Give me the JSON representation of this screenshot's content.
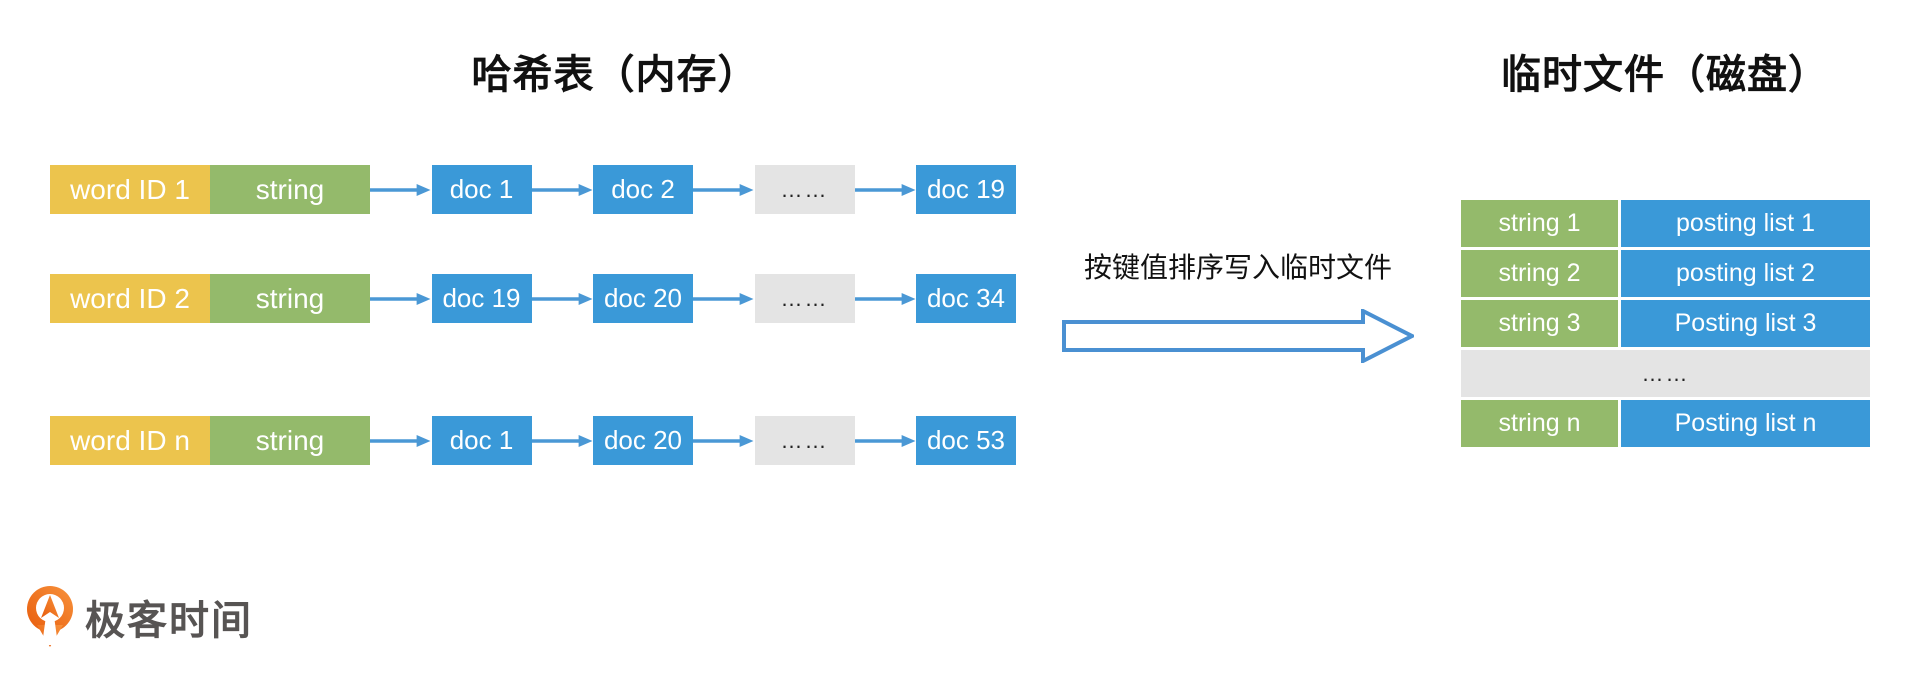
{
  "left": {
    "title": "哈希表（内存）",
    "rows": [
      {
        "key": "word ID 1",
        "value": "string",
        "nodes": [
          "doc 1",
          "doc 2",
          "……",
          "doc 19"
        ]
      },
      {
        "key": "word ID 2",
        "value": "string",
        "nodes": [
          "doc 19",
          "doc 20",
          "……",
          "doc 34"
        ]
      },
      {
        "key": "word ID n",
        "value": "string",
        "nodes": [
          "doc 1",
          "doc 20",
          "……",
          "doc 53"
        ]
      }
    ]
  },
  "middle": {
    "label": "按键值排序写入临时文件"
  },
  "right": {
    "title": "临时文件（磁盘）",
    "rows": [
      {
        "string": "string 1",
        "posting": "posting list 1"
      },
      {
        "string": "string 2",
        "posting": "posting list 2"
      },
      {
        "string": "string 3",
        "posting": "Posting list 3"
      }
    ],
    "ellipsis": "……",
    "last_row": {
      "string": "string n",
      "posting": "Posting list n"
    }
  },
  "logo": {
    "text": "极客时间"
  },
  "colors": {
    "key_yellow": "#ecc44d",
    "string_green": "#94ba6b",
    "doc_blue": "#3a99d8",
    "ellipsis_gray": "#e4e4e4",
    "connector_blue": "#4a98d5",
    "big_arrow_outline": "#4a90d2",
    "title_text": "#111111",
    "logo_orange": "#ec6316",
    "logo_text_gray": "#575453"
  }
}
